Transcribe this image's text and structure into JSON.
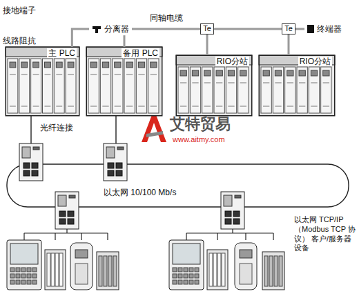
{
  "diagram": {
    "nodes": [
      {
        "text": [
          "主 PLC"
        ]
      },
      {
        "text": [
          "备用 PLC"
        ]
      },
      {
        "text": [
          "RIO分站"
        ]
      },
      {
        "text": [
          "RIO分站"
        ]
      },
      {
        "text": [
          "分离器"
        ]
      },
      {
        "text": [
          "Te"
        ]
      },
      {
        "text": [
          "Te"
        ]
      },
      {
        "text": [
          "终端器"
        ]
      }
    ],
    "edges": [
      {
        "from": 0,
        "to": 4,
        "arrow": "none"
      },
      {
        "from": 1,
        "to": 4,
        "arrow": "none"
      },
      {
        "from": 4,
        "to": 5,
        "label": "同轴电缆",
        "arrow": "none"
      },
      {
        "from": 5,
        "to": 2,
        "arrow": "none"
      },
      {
        "from": 5,
        "to": 6,
        "arrow": "none"
      },
      {
        "from": 6,
        "to": 3,
        "arrow": "none"
      },
      {
        "from": 6,
        "to": 7,
        "arrow": "none"
      }
    ],
    "labels": [
      "接地端子",
      "线路阻抗",
      "光纤连接",
      "以太网 10/100 Mb/s",
      "以太网 TCP/IP （Modbus TCP 协议） 客户/服务器 设备",
      "艾特贸易",
      "www.aitmy.com"
    ]
  }
}
